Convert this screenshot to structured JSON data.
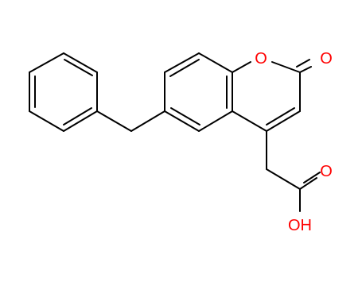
{
  "molecule": {
    "atom_labels": {
      "ring_oxygen": "O",
      "carbonyl_oxygen": "O",
      "acid_carbonyl_oxygen": "O",
      "hydroxyl": "OH"
    },
    "colors": {
      "bond": "#000000",
      "heteroatom": "#ff0000",
      "background": "#ffffff"
    }
  }
}
